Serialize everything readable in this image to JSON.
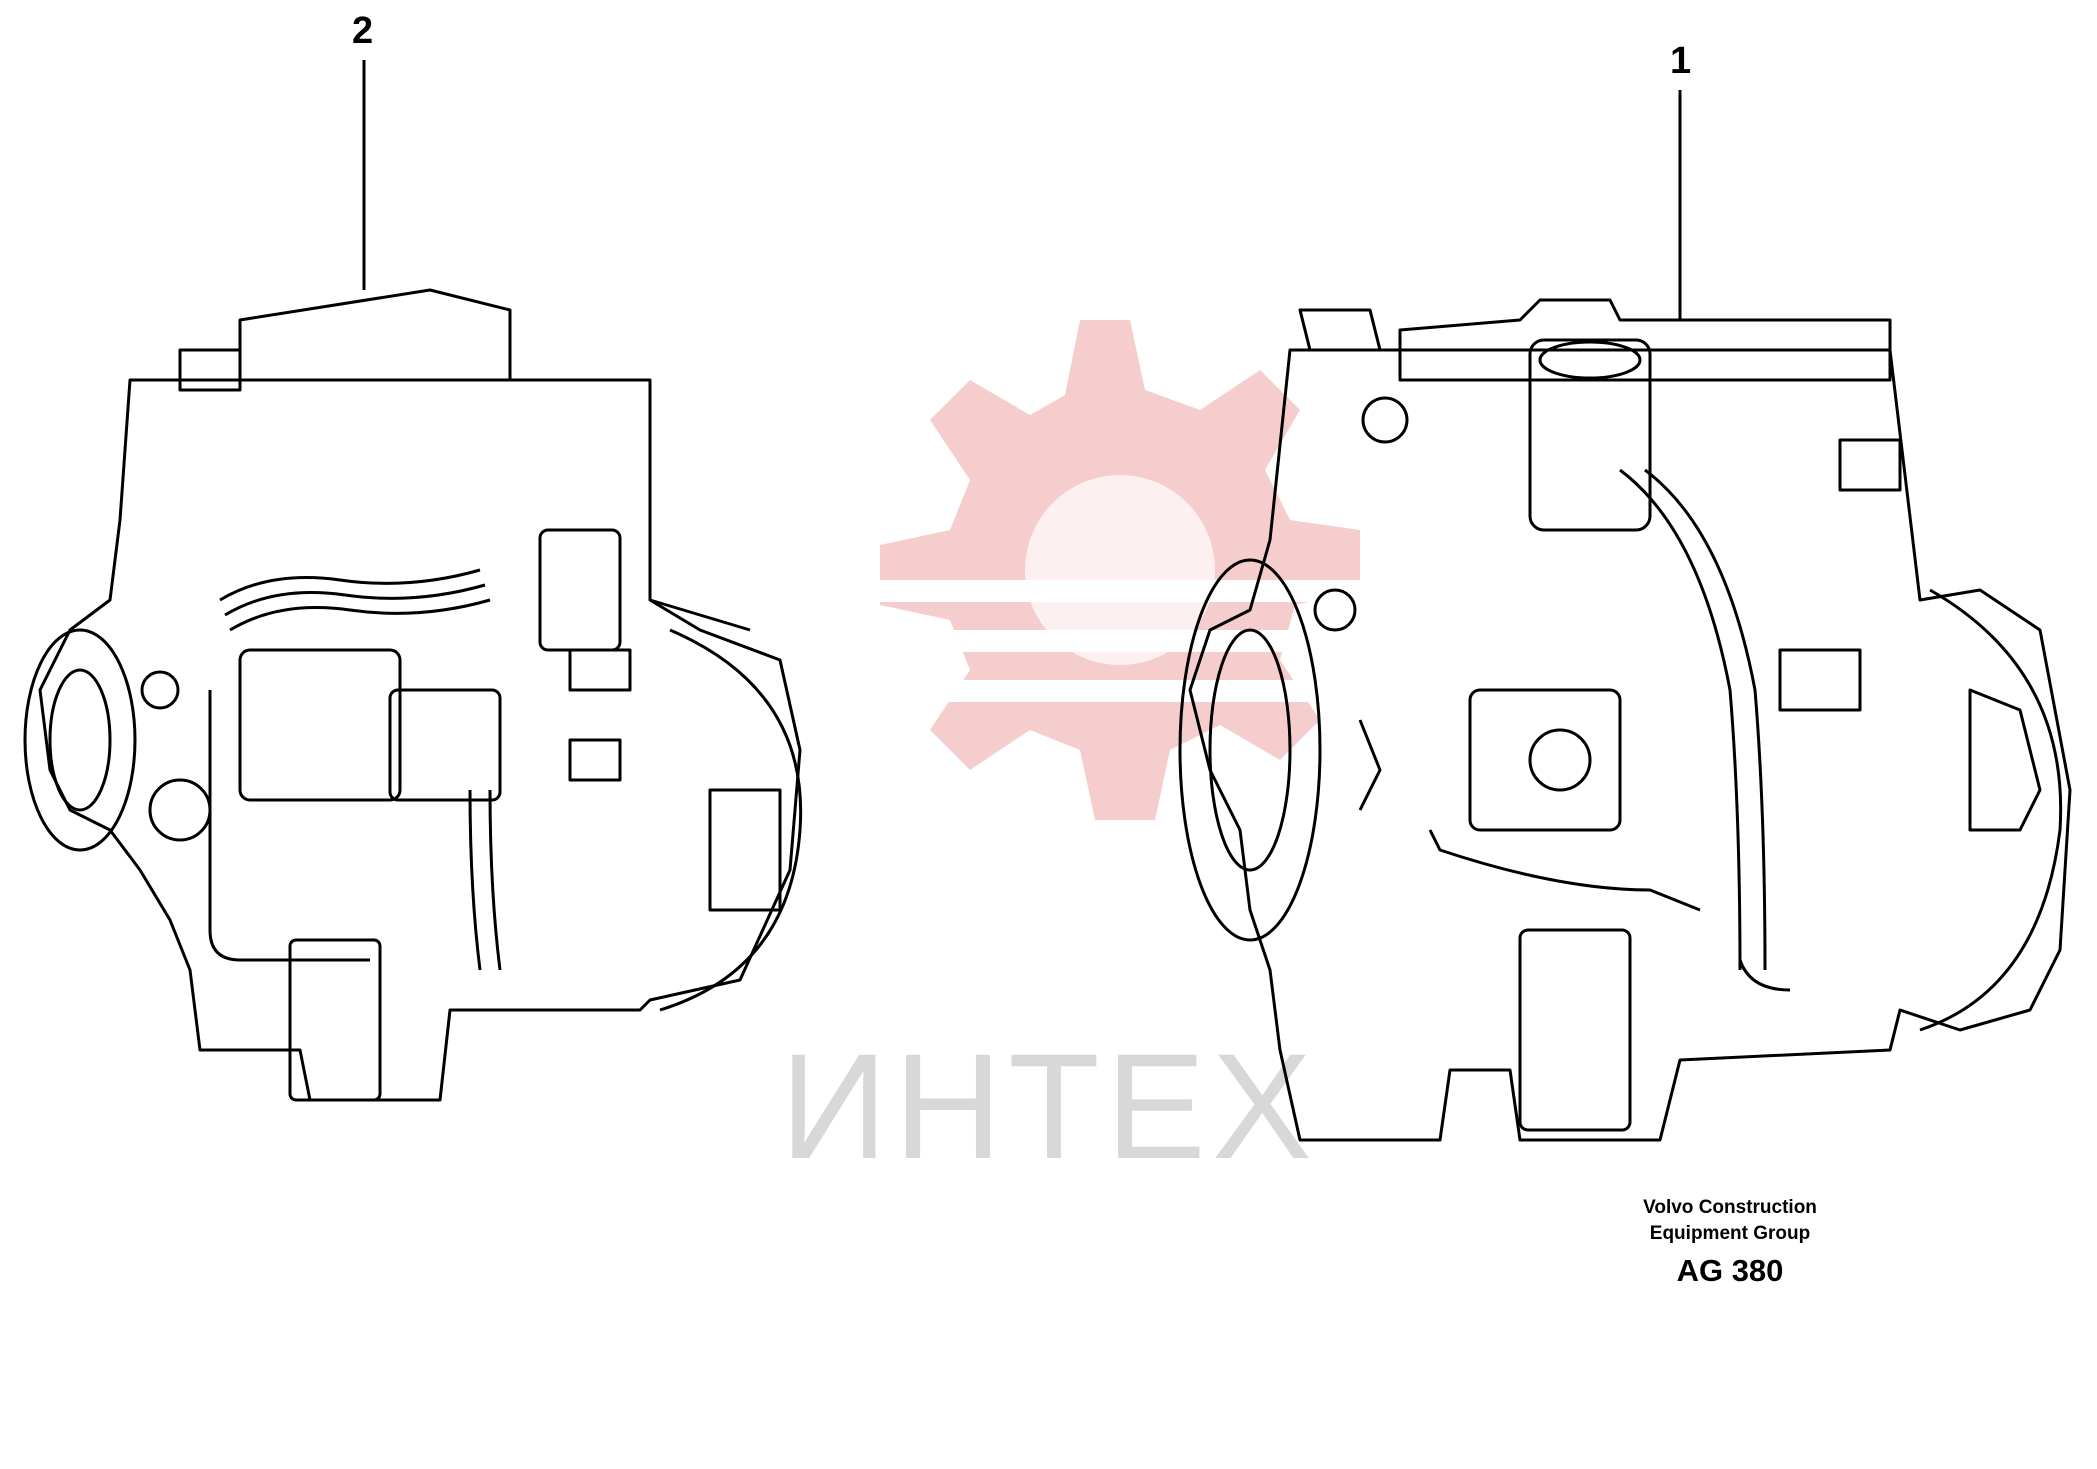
{
  "callouts": {
    "engine_1": "1",
    "engine_2": "2"
  },
  "footer": {
    "line1": "Volvo Construction",
    "line2": "Equipment Group",
    "code": "AG 380"
  },
  "watermark": {
    "text": "ИНТЕХ",
    "color": "#f3c0c0",
    "text_color": "#d8d8d8"
  },
  "icons": [
    "engine-2-drawing",
    "engine-1-drawing",
    "gear-watermark-icon"
  ]
}
